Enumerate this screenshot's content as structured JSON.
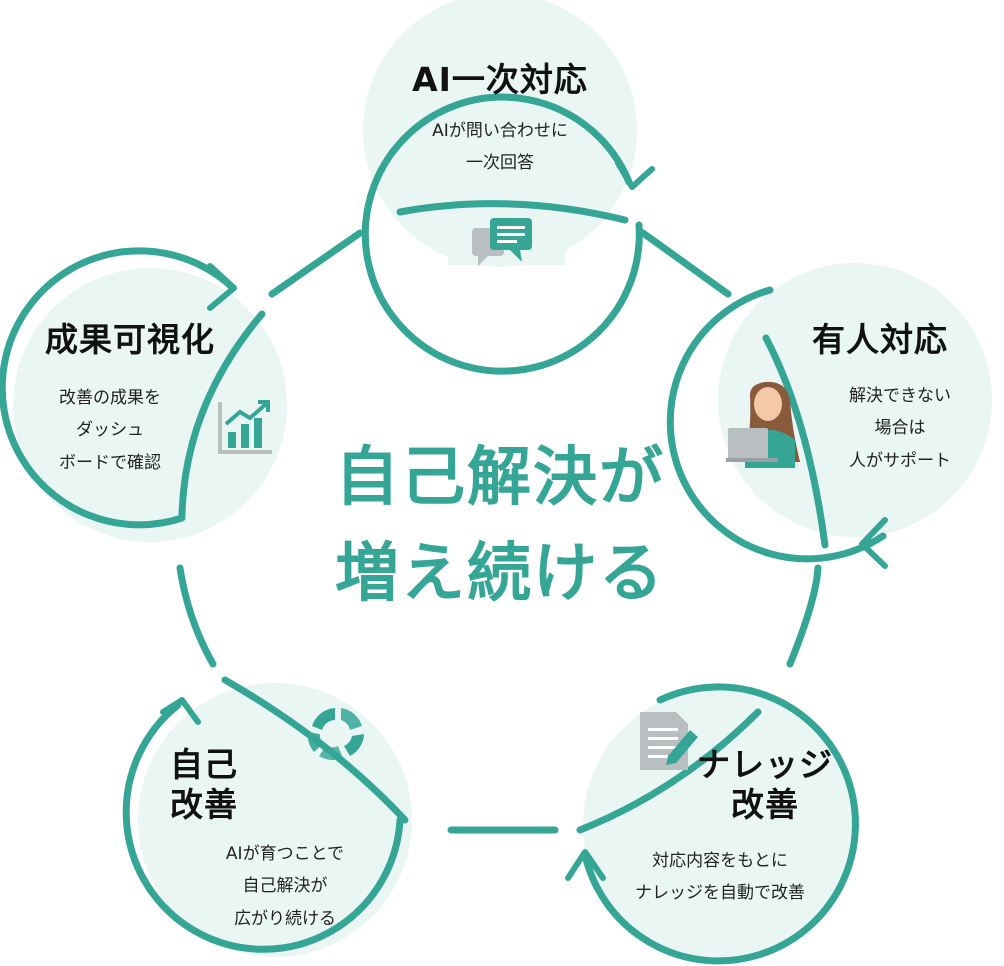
{
  "center_title": {
    "line1": "自己解決が",
    "line2": "増え続ける"
  },
  "nodes": [
    {
      "title": "AI一次対応",
      "desc": [
        "AIが問い合わせに",
        "一次回答"
      ],
      "icon": "chat-bubbles-icon"
    },
    {
      "title": "有人対応",
      "desc": [
        "解決できない",
        "場合は",
        "人がサポート"
      ],
      "icon": "operator-person-icon"
    },
    {
      "title": [
        "ナレッジ",
        "改善"
      ],
      "desc": [
        "対応内容をもとに",
        "ナレッジを自動で改善"
      ],
      "icon": "document-edit-icon"
    },
    {
      "title": [
        "自己",
        "改善"
      ],
      "desc": [
        "AIが育つことで",
        "自己解決が",
        "広がり続ける"
      ],
      "icon": "refresh-cycle-icon"
    },
    {
      "title": "成果可視化",
      "desc": [
        "改善の成果を",
        "ダッシュ",
        "ボードで確認"
      ],
      "icon": "bar-chart-icon"
    }
  ],
  "colors": {
    "teal": "#35a596",
    "light": "#eaf6f4",
    "text": "#111111"
  }
}
